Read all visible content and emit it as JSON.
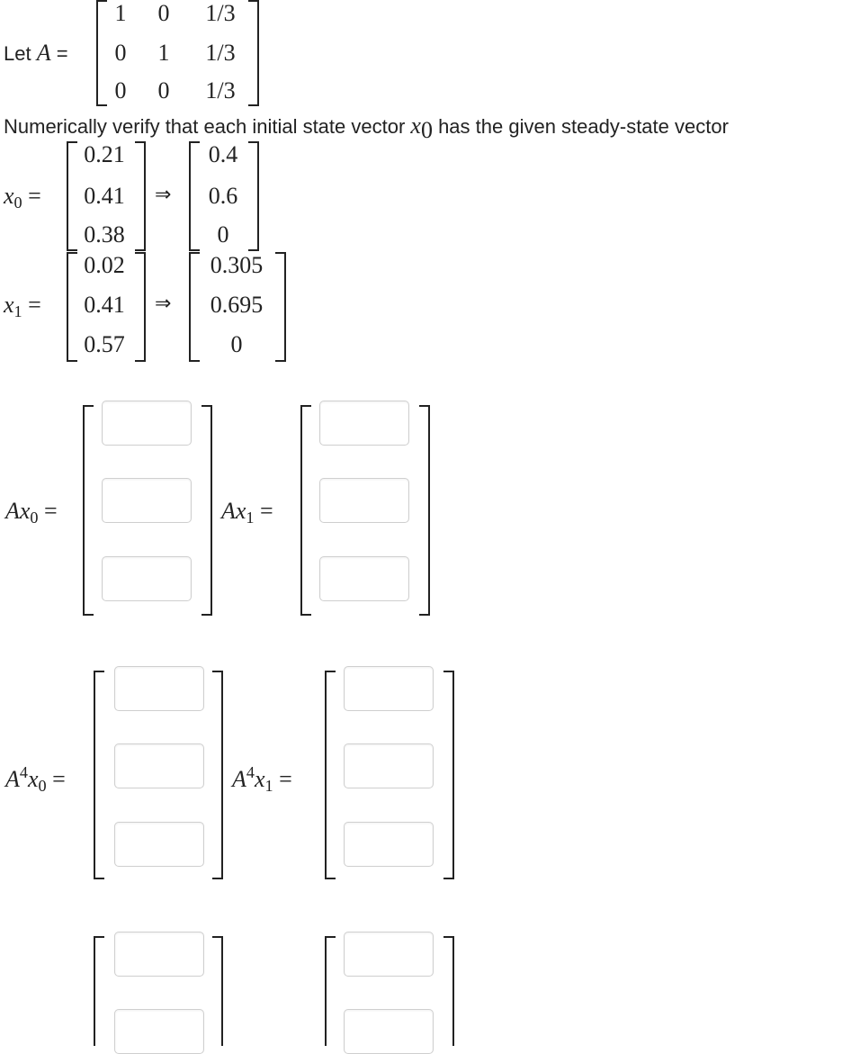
{
  "problem": {
    "let_text": "Let",
    "matrix_name": "A",
    "equals": "=",
    "matrix_A": [
      [
        "1",
        "0",
        "1/3"
      ],
      [
        "0",
        "1",
        "1/3"
      ],
      [
        "0",
        "0",
        "1/3"
      ]
    ],
    "instruction": "Numerically verify that each initial state vector x₀ has the given steady-state vector",
    "instruction_prefix": "Numerically verify that each initial state vector ",
    "instruction_var": "x",
    "instruction_sub": "0",
    "instruction_suffix": " has the given steady-state vector"
  },
  "vectors": [
    {
      "label_var": "x",
      "label_sub": "0",
      "initial": [
        "0.21",
        "0.41",
        "0.38"
      ],
      "arrow": "⇒",
      "steady": [
        "0.4",
        "0.6",
        "0"
      ]
    },
    {
      "label_var": "x",
      "label_sub": "1",
      "initial": [
        "0.02",
        "0.41",
        "0.57"
      ],
      "arrow": "⇒",
      "steady": [
        "0.305",
        "0.695",
        "0"
      ]
    }
  ],
  "answers": {
    "Ax0": {
      "prefix": "Ax",
      "sub": "0",
      "values": [
        "",
        "",
        ""
      ]
    },
    "Ax1": {
      "prefix": "Ax",
      "sub": "1",
      "values": [
        "",
        "",
        ""
      ]
    },
    "A4x0": {
      "prefix": "A",
      "sup": "4",
      "var": "x",
      "sub": "0",
      "values": [
        "",
        "",
        ""
      ]
    },
    "A4x1": {
      "prefix": "A",
      "sup": "4",
      "var": "x",
      "sub": "1",
      "values": [
        "",
        "",
        ""
      ]
    },
    "next_row": {
      "values": [
        "",
        "",
        "",
        ""
      ]
    }
  }
}
